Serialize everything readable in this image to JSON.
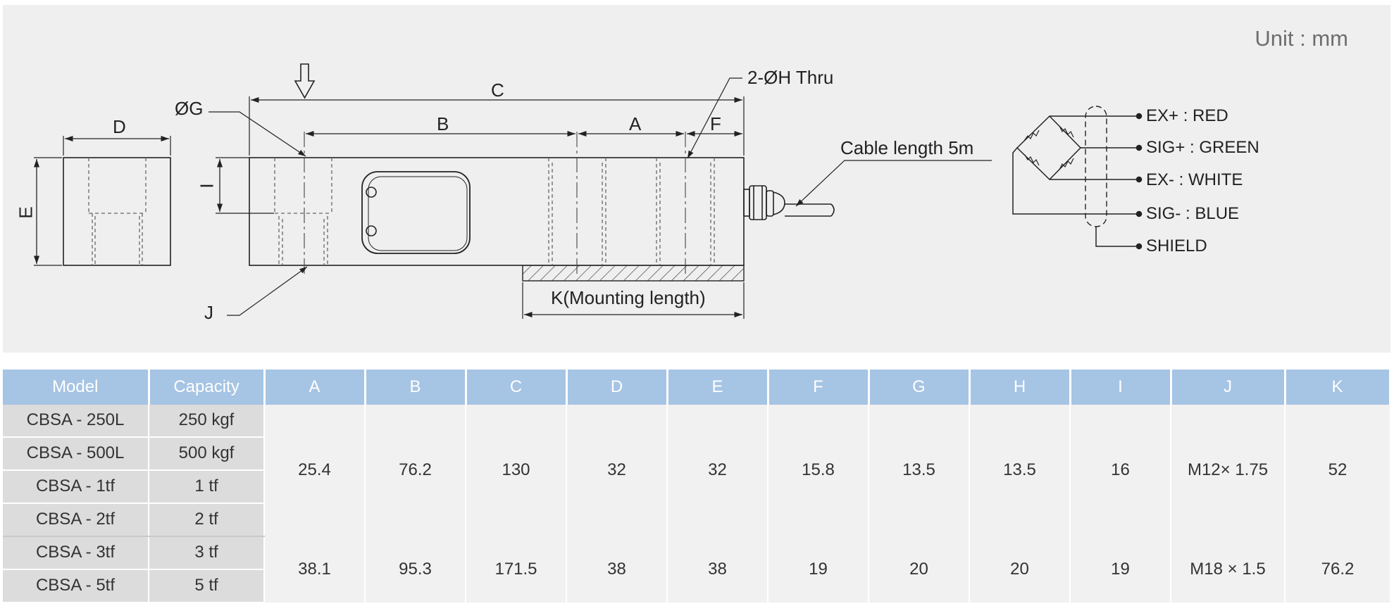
{
  "drawing": {
    "unit_label": "Unit : mm",
    "labels": {
      "C": "C",
      "D": "D",
      "B": "B",
      "A": "A",
      "F": "F",
      "E": "E",
      "I": "I",
      "J": "J",
      "G": "ØG",
      "hole": "2-ØH Thru",
      "cable": "Cable length 5m",
      "mounting": "K(Mounting length)"
    },
    "wiring": [
      {
        "label": "EX+ : RED"
      },
      {
        "label": "SIG+ : GREEN"
      },
      {
        "label": "EX- : WHITE"
      },
      {
        "label": "SIG- : BLUE"
      },
      {
        "label": "SHIELD"
      }
    ]
  },
  "table": {
    "headers": [
      "Model",
      "Capacity",
      "A",
      "B",
      "C",
      "D",
      "E",
      "F",
      "G",
      "H",
      "I",
      "J",
      "K"
    ],
    "groups": [
      {
        "rows": [
          {
            "model": "CBSA - 250L",
            "capacity": "250 kgf"
          },
          {
            "model": "CBSA - 500L",
            "capacity": "500 kgf"
          },
          {
            "model": "CBSA - 1tf",
            "capacity": "1 tf"
          },
          {
            "model": "CBSA - 2tf",
            "capacity": "2 tf"
          }
        ],
        "dims": [
          "25.4",
          "76.2",
          "130",
          "32",
          "32",
          "15.8",
          "13.5",
          "13.5",
          "16",
          "M12× 1.75",
          "52"
        ]
      },
      {
        "rows": [
          {
            "model": "CBSA - 3tf",
            "capacity": "3 tf"
          },
          {
            "model": "CBSA - 5tf",
            "capacity": "5 tf"
          }
        ],
        "dims": [
          "38.1",
          "95.3",
          "171.5",
          "38",
          "38",
          "19",
          "20",
          "20",
          "19",
          "M18 × 1.5",
          "76.2"
        ]
      }
    ]
  },
  "colors": {
    "header_bg": "#a6c4e4",
    "panel_bg": "#efefef"
  }
}
